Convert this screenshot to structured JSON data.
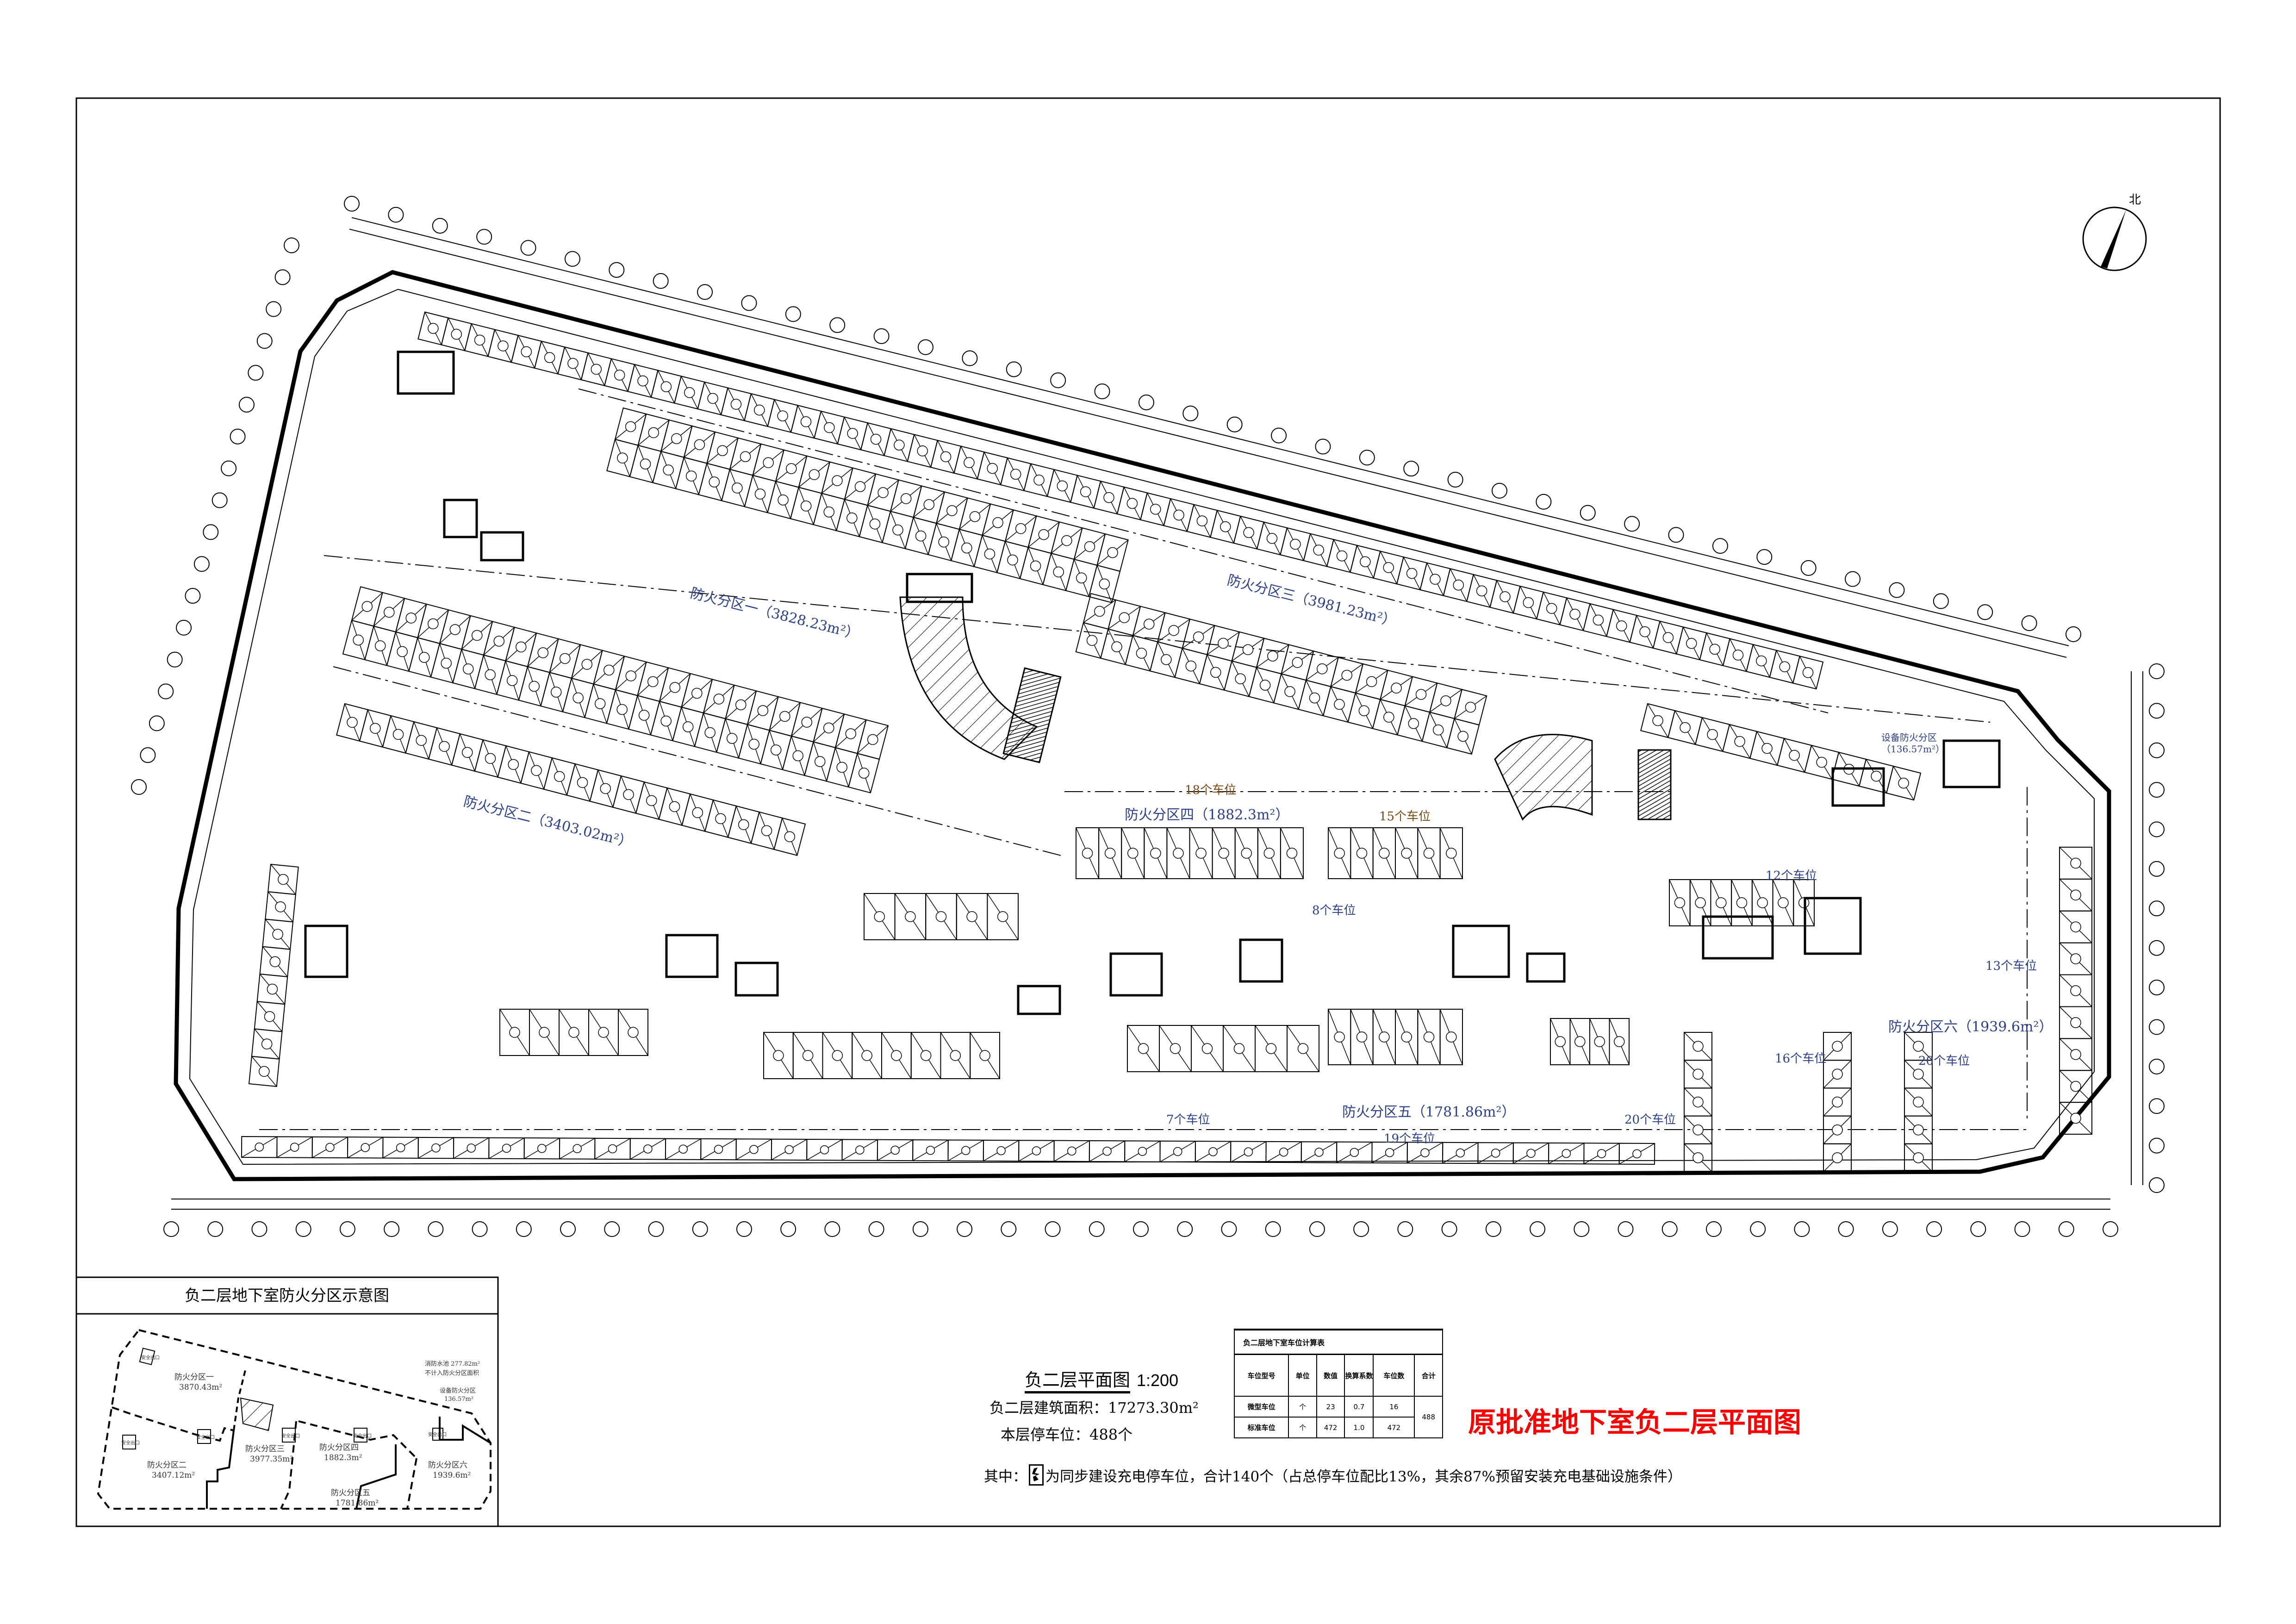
{
  "north_label": "北",
  "plan": {
    "zones": [
      {
        "label": "防火分区一（3828.23m²）"
      },
      {
        "label": "防火分区二（3403.02m²）"
      },
      {
        "label": "防火分区三（3981.23m²）"
      },
      {
        "label": "防火分区四（1882.3m²）"
      },
      {
        "label": "防火分区五（1781.86m²）"
      },
      {
        "label": "防火分区六（1939.6m²）"
      }
    ],
    "equipment_zone": {
      "name": "设备防火分区",
      "area": "（136.57m²）"
    },
    "stall_counts": [
      "18个车位",
      "15个车位",
      "8个车位",
      "12个车位",
      "13个车位",
      "16个车位",
      "20个车位",
      "7个车位",
      "19个车位",
      "20个车位"
    ]
  },
  "inset": {
    "title": "负二层地下室防火分区示意图",
    "exit_label": "安全出口",
    "zones": [
      {
        "name": "防火分区一",
        "area": "3870.43m²"
      },
      {
        "name": "防火分区二",
        "area": "3407.12m²"
      },
      {
        "name": "防火分区三",
        "area": "3977.35m²"
      },
      {
        "name": "防火分区四",
        "area": "1882.3m²"
      },
      {
        "name": "防火分区五",
        "area": "1781.86m²"
      },
      {
        "name": "防火分区六",
        "area": "1939.6m²"
      }
    ],
    "pool": {
      "line1": "消防水池  277.82m²",
      "line2": "不计入防火分区面积"
    },
    "equipment": {
      "name": "设备防火分区",
      "area": "136.57m²"
    }
  },
  "caption": {
    "title": "负二层平面图",
    "scale": "1:200",
    "area": "负二层建筑面积：17273.30m²",
    "spaces": "本层停车位：488个",
    "note_prefix": "其中：",
    "note": "为同步建设充电停车位，合计140个（占总停车位配比13%，其余87%预留安装充电基础设施条件）"
  },
  "table": {
    "title": "负二层地下室车位计算表",
    "headers": [
      "车位型号",
      "单位",
      "数值",
      "换算系数",
      "车位数",
      "合计"
    ],
    "rows": [
      [
        "微型车位",
        "个",
        "23",
        "0.7",
        "16"
      ],
      [
        "标准车位",
        "个",
        "472",
        "1.0",
        "472"
      ]
    ],
    "total": "488"
  },
  "stamp_title": "原批准地下室负二层平面图",
  "colors": {
    "stamp": "#ff0000",
    "zone_label": "#2b3f8c",
    "count_label": "#7a4a12",
    "line": "#000000"
  }
}
